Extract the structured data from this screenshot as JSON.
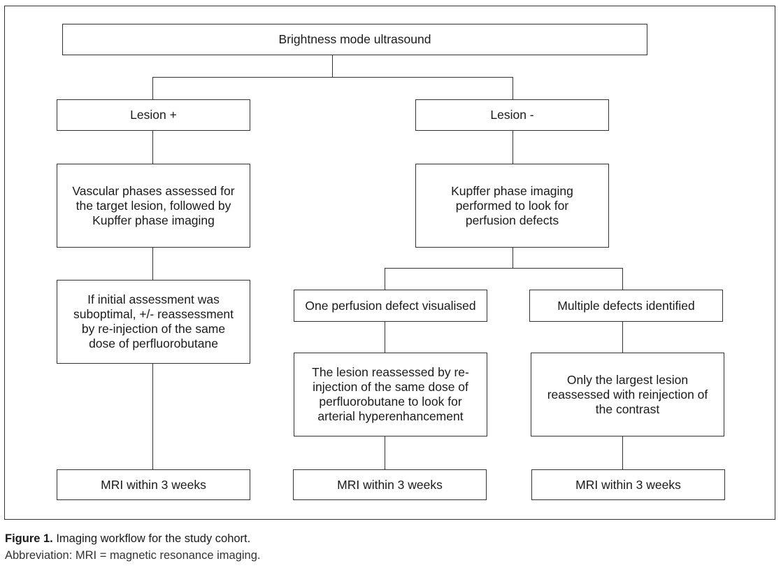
{
  "flowchart": {
    "root": "Brightness mode ultrasound",
    "left": {
      "header": "Lesion +",
      "step1": "Vascular phases assessed for the target lesion, followed by Kupffer phase imaging",
      "step2": "If initial assessment was suboptimal, +/- reassessment by re-injection of the same dose of perfluorobutane",
      "outcome": "MRI within 3 weeks"
    },
    "right": {
      "header": "Lesion -",
      "step1": "Kupffer phase imaging performed to look for perfusion defects",
      "branch_one": {
        "header": "One perfusion defect visualised",
        "step": "The lesion reassessed by re-injection of the same dose of perfluorobutane to look for arterial hyperenhancement",
        "outcome": "MRI within 3 weeks"
      },
      "branch_multiple": {
        "header": "Multiple defects identified",
        "step": "Only the largest lesion reassessed with reinjection of the contrast",
        "outcome": "MRI within 3 weeks"
      }
    }
  },
  "caption": {
    "label": "Figure 1.",
    "text": " Imaging workflow for the study cohort.",
    "abbreviation": "Abbreviation: MRI = magnetic resonance imaging."
  }
}
